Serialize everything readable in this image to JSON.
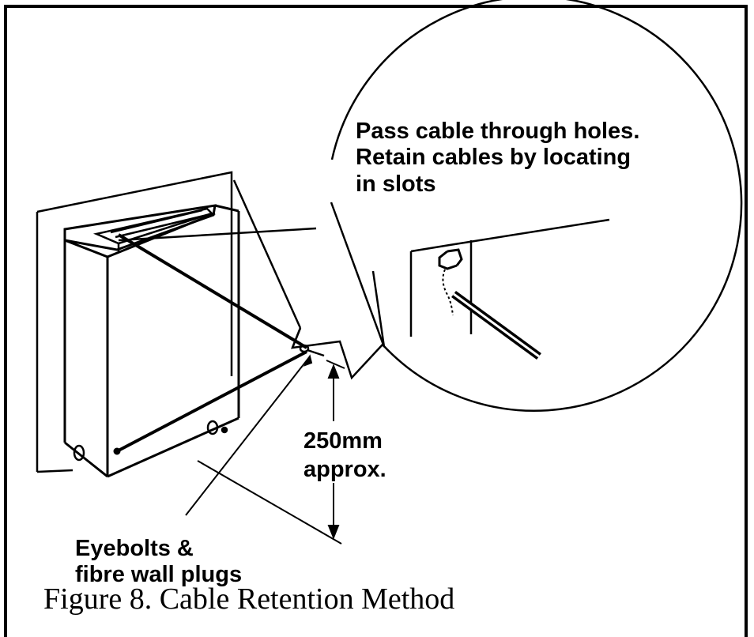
{
  "diagram": {
    "callout_text": [
      "Pass cable through holes.",
      "Retain cables by locating",
      "in slots"
    ],
    "dimension_text": [
      "250mm",
      "approx."
    ],
    "fixing_text": [
      "Eyebolts &",
      "fibre wall plugs"
    ]
  },
  "caption": "Figure 8. Cable Retention Method"
}
